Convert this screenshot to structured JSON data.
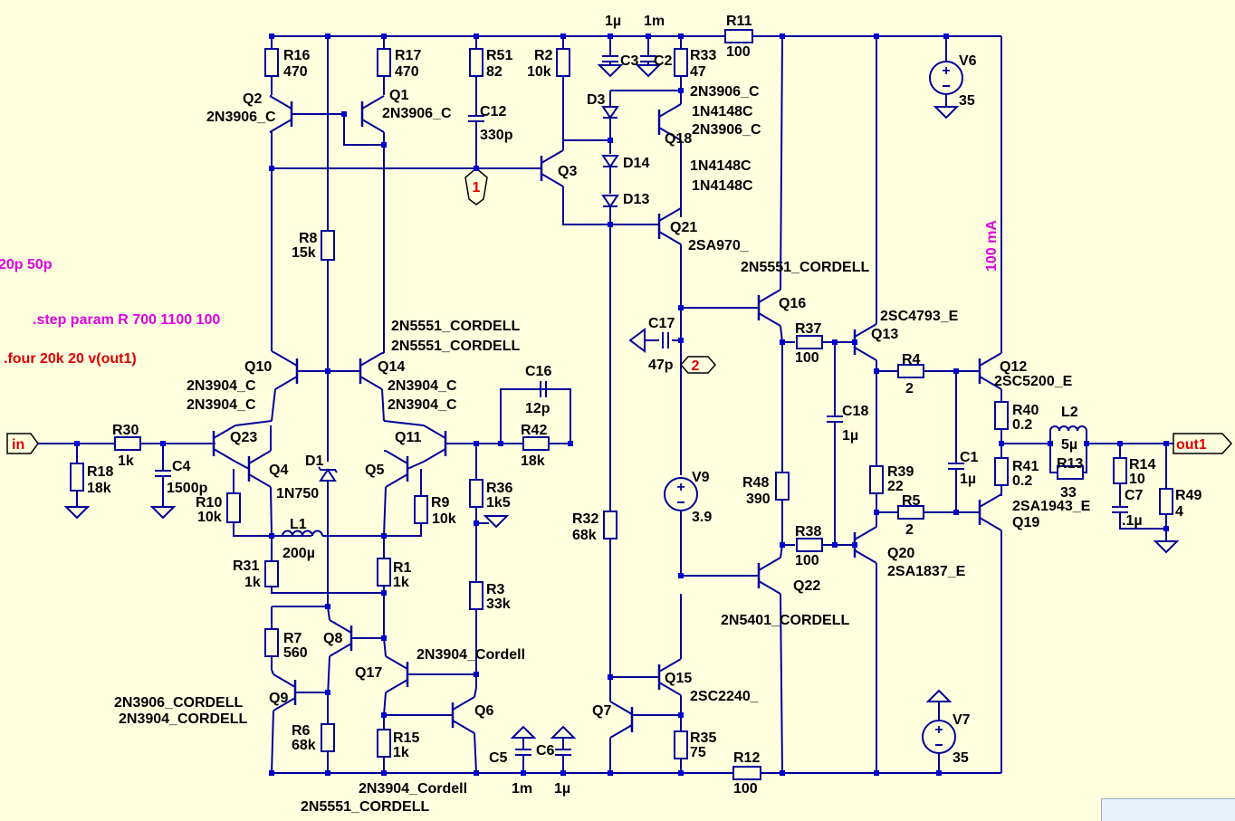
{
  "colors": {
    "wire": "#000099",
    "node": "#0000cc",
    "background": "#ffffe0",
    "directive_magenta": "#dd00dd",
    "directive_red": "#e00000",
    "flag_red": "#e00000"
  },
  "directives": [
    {
      "id": "dir-cap",
      "text": "20p 50p",
      "color": "#dd00dd"
    },
    {
      "id": "dir-step",
      "text": ".step param R 700 1100 100",
      "color": "#dd00dd"
    },
    {
      "id": "dir-four",
      "text": ".four 20k 20 v(out1)",
      "color": "#e00000"
    },
    {
      "id": "dir-current",
      "text": "100 mA",
      "color": "#dd00dd"
    }
  ],
  "ports": {
    "in": "in",
    "out": "out1",
    "flag1": "1",
    "flag2": "2"
  },
  "labels": [
    "R16",
    "470",
    "R17",
    "470",
    "R51",
    "82",
    "R2",
    "10k",
    "1µ",
    "1m",
    "C3",
    "C2",
    "R33",
    "47",
    "R11",
    "100",
    "V6",
    "35",
    "Q2",
    "2N3906_C",
    "Q1",
    "2N3906_C",
    "C12",
    "330p",
    "D3",
    "2N3906_C",
    "1N4148C",
    "2N3906_C",
    "Q18",
    "Q3",
    "D14",
    "1N4148C",
    "D13",
    "1N4148C",
    "Q21",
    "2SA970_",
    "R8",
    "15k",
    "2N5551_CORDELL",
    "Q16",
    "C17",
    "47p",
    "R37",
    "100",
    "2SC4793_E",
    "Q13",
    "2N5551_CORDELL",
    "2N5551_CORDELL",
    "Q10",
    "Q14",
    "2N3904_C",
    "2N3904_C",
    "2N3904_C",
    "2N3904_C",
    "C16",
    "12p",
    "R4",
    "2",
    "Q12",
    "2SC5200_E",
    "R40",
    "0.2",
    "L2",
    "5µ",
    "R30",
    "1k",
    "Q23",
    "Q11",
    "R42",
    "18k",
    "C18",
    "1µ",
    "R41",
    "0.2",
    "R13",
    "33",
    "R18",
    "18k",
    "C4",
    "1500p",
    "Q4",
    "D1",
    "Q5",
    "R36",
    "1k5",
    "V9",
    "3.9",
    "R48",
    "390",
    "R39",
    "22",
    "C1",
    "1µ",
    "R14",
    "10",
    "R10",
    "10k",
    "1N750",
    "R9",
    "10k",
    "R5",
    "2",
    "2SA1943_E",
    "C7",
    ".1µ",
    "R49",
    "4",
    "Q19",
    "L1",
    "200µ",
    "R32",
    "68k",
    "R38",
    "100",
    "Q20",
    "2SA1837_E",
    "R31",
    "1k",
    "R1",
    "1k",
    "R3",
    "33k",
    "Q22",
    "2N5401_CORDELL",
    "R7",
    "560",
    "Q8",
    "2N3904_Cordell",
    "Q17",
    "Q15",
    "Q7",
    "2SC2240_",
    "V7",
    "35",
    "2N3906_CORDELL",
    "2N3904_CORDELL",
    "Q9",
    "Q6",
    "R6",
    "68k",
    "R15",
    "1k",
    "C5",
    "C6",
    "R35",
    "75",
    "R12",
    "100",
    "1m",
    "1µ",
    "2N3904_Cordell",
    "2N5551_CORDELL"
  ]
}
